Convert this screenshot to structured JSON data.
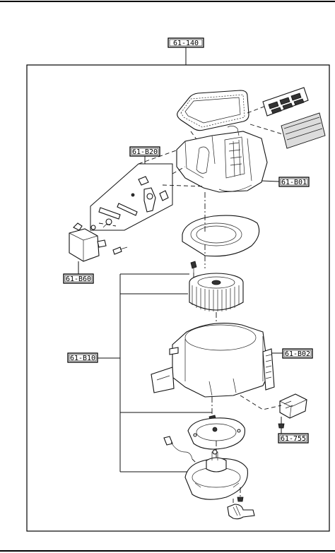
{
  "labels": {
    "top": "61-140",
    "b20": "61-B20",
    "b01": "61-B01",
    "b60": "61-B60",
    "b10": "61-B10",
    "b02": "61-B02",
    "p755": "61-755"
  }
}
